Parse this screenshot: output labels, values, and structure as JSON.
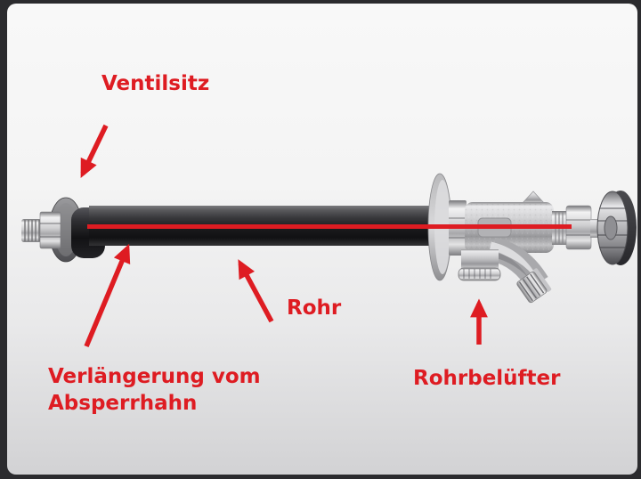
{
  "window": {
    "frame_color": "#2b2b2e",
    "panel_top_color": "#f8f8f8",
    "panel_bottom_color": "#d2d2d4"
  },
  "diagram": {
    "accent_red": "#de1c22",
    "pipe_color": "#1b1b1d",
    "metal_color": "#c9c9cb",
    "labels": {
      "ventilsitz": "Ventilsitz",
      "rohr": "Rohr",
      "verlaengerung": "Verlängerung vom Absperrhahn",
      "rohrbeluefter": "Rohrbelüfter"
    }
  }
}
